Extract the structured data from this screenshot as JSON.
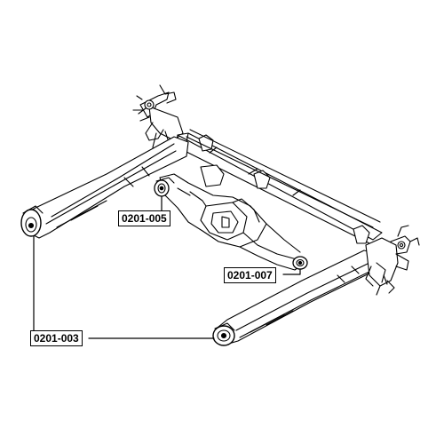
{
  "labels": {
    "part_005": "0201-005",
    "part_007": "0201-007",
    "part_003": "0201-003"
  },
  "colors": {
    "line": "#000000",
    "background": "#ffffff"
  }
}
